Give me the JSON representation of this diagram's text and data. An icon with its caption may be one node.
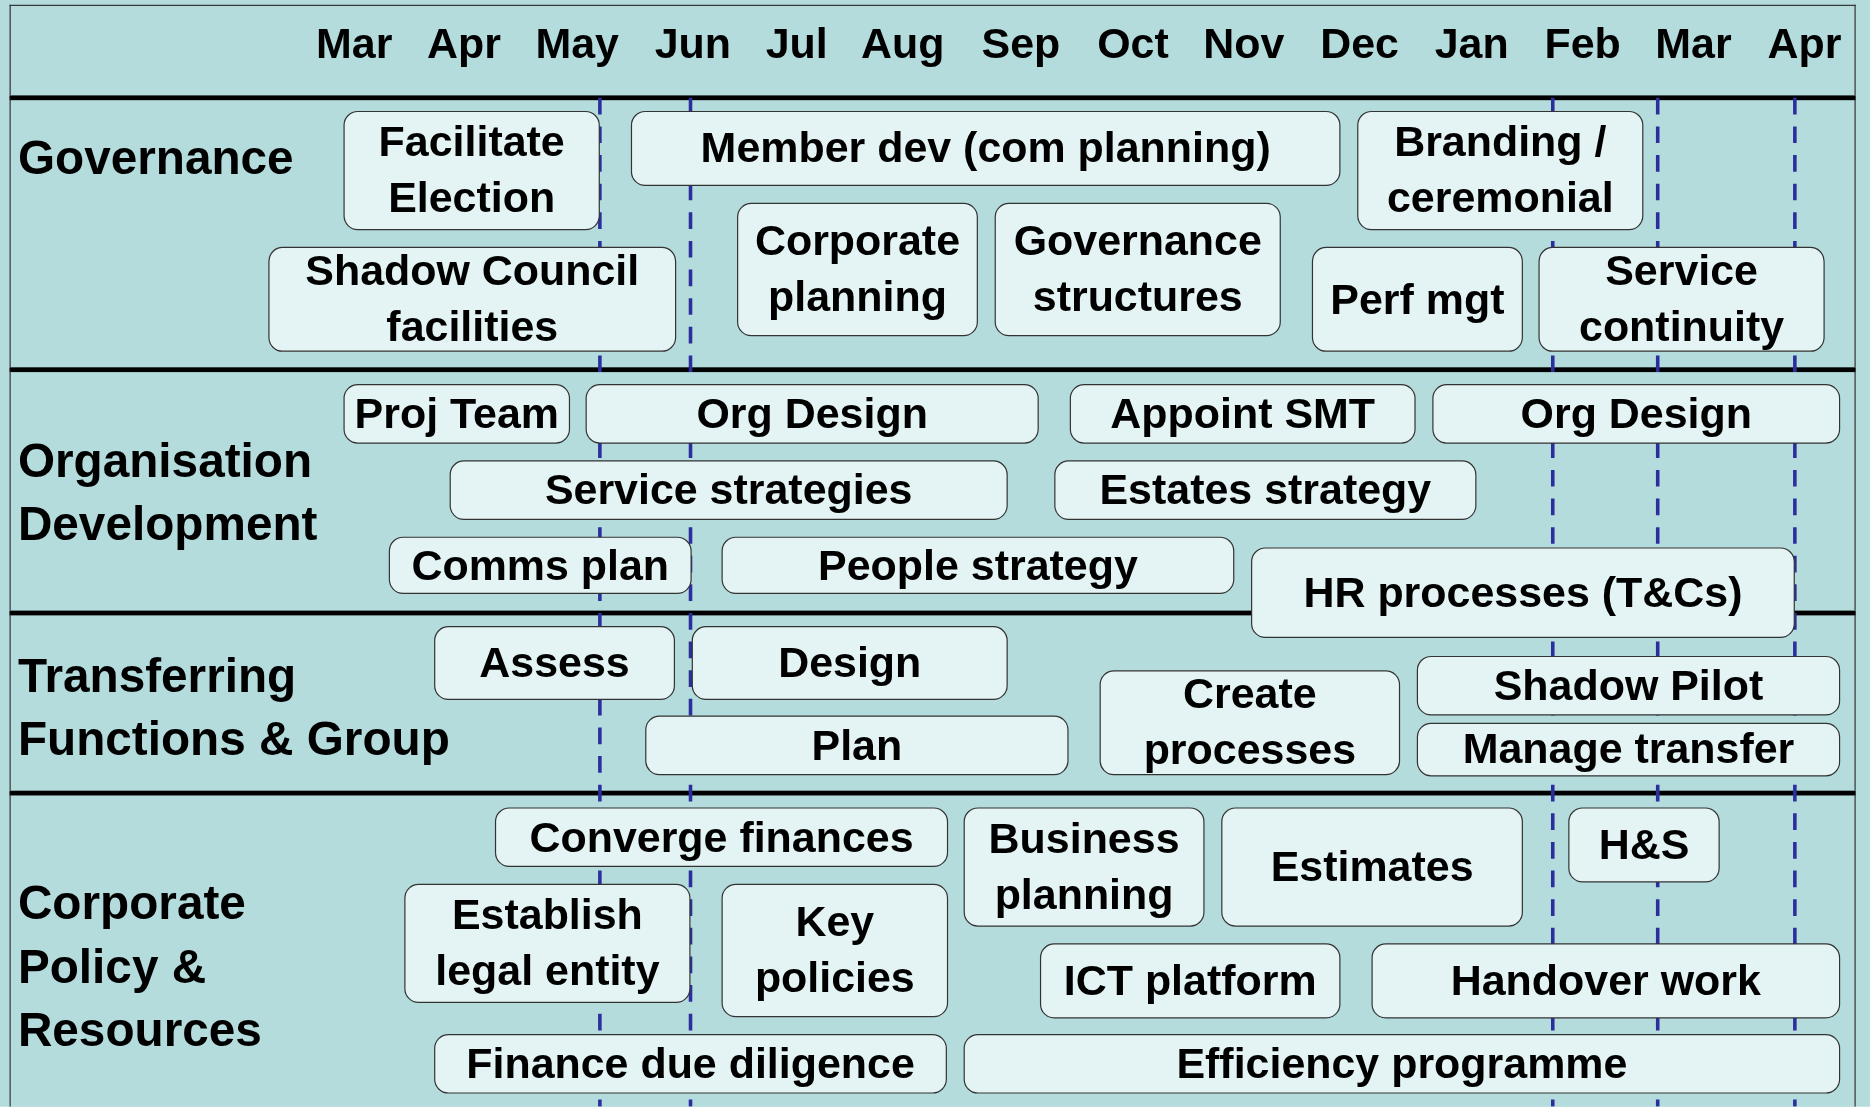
{
  "diagram": {
    "nodes": [
      {
        "text": [
          "Governance"
        ]
      },
      {
        "text": [
          "Facilitate Election"
        ],
        "in": 0
      },
      {
        "text": [
          "Member dev (com planning)"
        ],
        "in": 0
      },
      {
        "text": [
          "Branding / ceremonial"
        ],
        "in": 0
      },
      {
        "text": [
          "Corporate planning"
        ],
        "in": 0
      },
      {
        "text": [
          "Governance structures"
        ],
        "in": 0
      },
      {
        "text": [
          "Shadow Council facilities"
        ],
        "in": 0
      },
      {
        "text": [
          "Perf mgt"
        ],
        "in": 0
      },
      {
        "text": [
          "Service continuity"
        ],
        "in": 0
      },
      {
        "text": [
          "Organisation Development"
        ]
      },
      {
        "text": [
          "Proj Team"
        ],
        "in": 9
      },
      {
        "text": [
          "Org Design"
        ],
        "in": 9
      },
      {
        "text": [
          "Appoint SMT"
        ],
        "in": 9
      },
      {
        "text": [
          "Org Design"
        ],
        "in": 9
      },
      {
        "text": [
          "Service strategies"
        ],
        "in": 9
      },
      {
        "text": [
          "Estates strategy"
        ],
        "in": 9
      },
      {
        "text": [
          "Comms plan"
        ],
        "in": 9
      },
      {
        "text": [
          "People strategy"
        ],
        "in": 9
      },
      {
        "text": [
          "HR processes (T&Cs)"
        ]
      },
      {
        "text": [
          "Transferring Functions & Group"
        ]
      },
      {
        "text": [
          "Assess"
        ],
        "in": 19
      },
      {
        "text": [
          "Design"
        ],
        "in": 19
      },
      {
        "text": [
          "Shadow Pilot"
        ],
        "in": 19
      },
      {
        "text": [
          "Create processes"
        ],
        "in": 19
      },
      {
        "text": [
          "Plan"
        ],
        "in": 19
      },
      {
        "text": [
          "Manage transfer"
        ],
        "in": 19
      },
      {
        "text": [
          "Corporate Policy & Resources"
        ]
      },
      {
        "text": [
          "Converge finances"
        ],
        "in": 26
      },
      {
        "text": [
          "Business planning"
        ],
        "in": 26
      },
      {
        "text": [
          "Estimates"
        ],
        "in": 26
      },
      {
        "text": [
          "H&S"
        ],
        "in": 26
      },
      {
        "text": [
          "Establish legal entity"
        ],
        "in": 26
      },
      {
        "text": [
          "Key policies"
        ],
        "in": 26
      },
      {
        "text": [
          "ICT platform"
        ],
        "in": 26
      },
      {
        "text": [
          "Handover work"
        ],
        "in": 26
      },
      {
        "text": [
          "Finance due diligence"
        ],
        "in": 26
      },
      {
        "text": [
          "Efficiency programme"
        ],
        "in": 26
      }
    ],
    "labels": [
      "Mar",
      "Apr",
      "May",
      "Jun",
      "Jul",
      "Aug",
      "Sep",
      "Oct",
      "Nov",
      "Dec",
      "Jan",
      "Feb",
      "Mar",
      "Apr"
    ]
  }
}
